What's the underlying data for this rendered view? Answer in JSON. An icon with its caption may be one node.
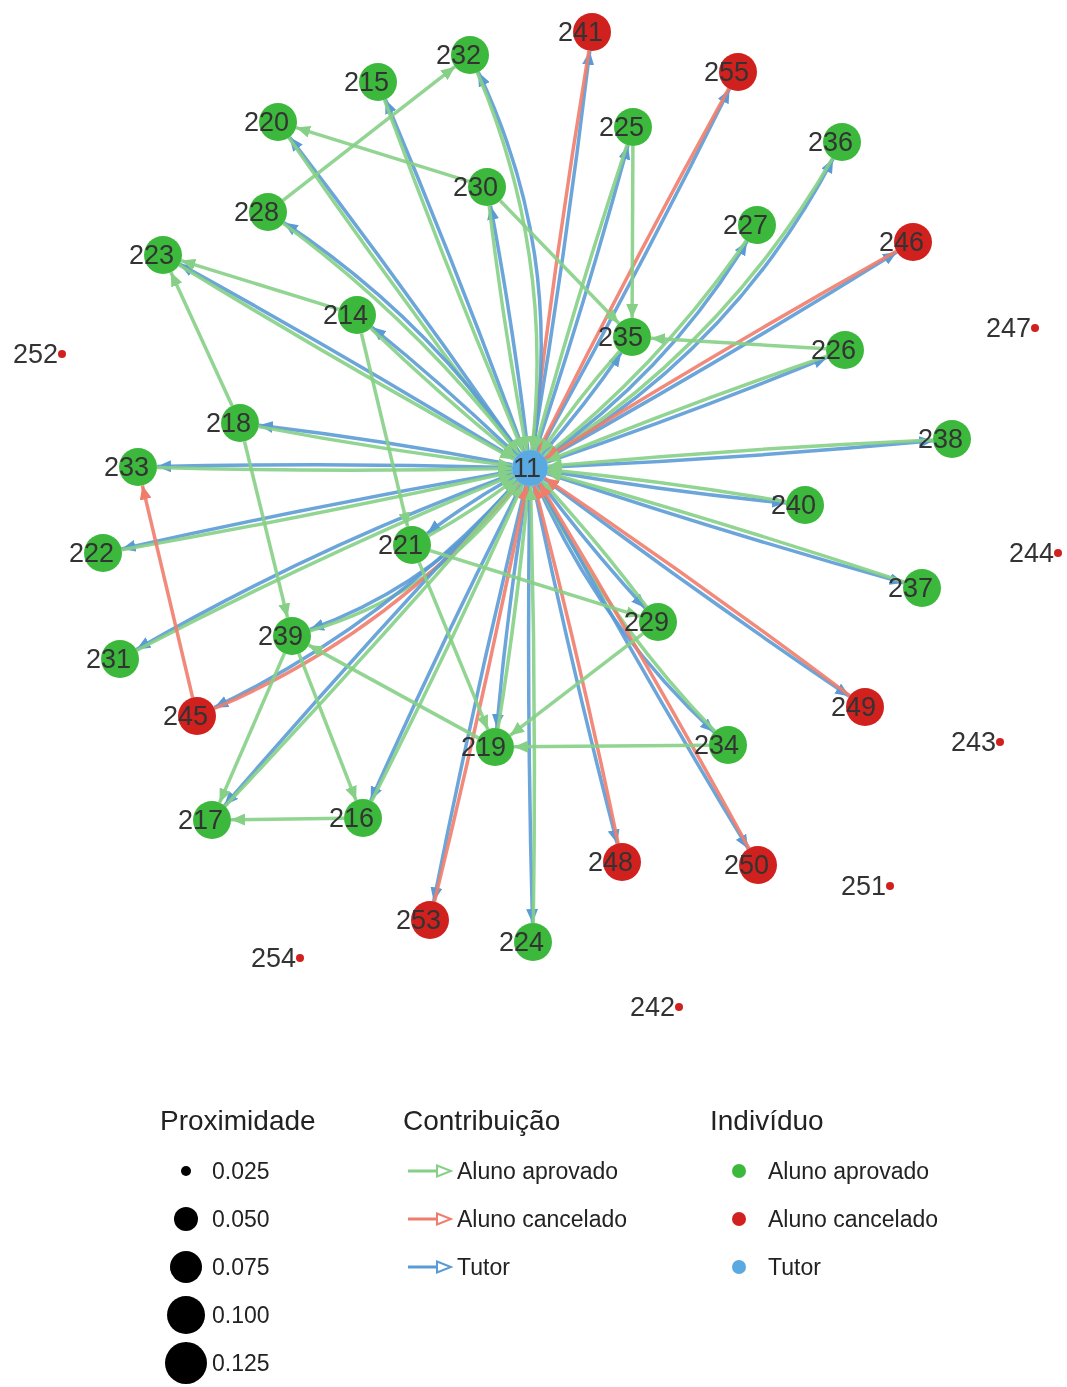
{
  "diagram": {
    "nodes": [
      {
        "text": [
          "11"
        ]
      },
      {
        "text": [
          "241"
        ]
      },
      {
        "text": [
          "232"
        ]
      },
      {
        "text": [
          "255"
        ]
      },
      {
        "text": [
          "215"
        ]
      },
      {
        "text": [
          "220"
        ]
      },
      {
        "text": [
          "225"
        ]
      },
      {
        "text": [
          "236"
        ]
      },
      {
        "text": [
          "230"
        ]
      },
      {
        "text": [
          "228"
        ]
      },
      {
        "text": [
          "227"
        ]
      },
      {
        "text": [
          "246"
        ]
      },
      {
        "text": [
          "223"
        ]
      },
      {
        "text": [
          "214"
        ]
      },
      {
        "text": [
          "247"
        ]
      },
      {
        "text": [
          "235"
        ]
      },
      {
        "text": [
          "226"
        ]
      },
      {
        "text": [
          "252"
        ]
      },
      {
        "text": [
          "218"
        ]
      },
      {
        "text": [
          "238"
        ]
      },
      {
        "text": [
          "233"
        ]
      },
      {
        "text": [
          "240"
        ]
      },
      {
        "text": [
          "221"
        ]
      },
      {
        "text": [
          "222"
        ]
      },
      {
        "text": [
          "244"
        ]
      },
      {
        "text": [
          "237"
        ]
      },
      {
        "text": [
          "229"
        ]
      },
      {
        "text": [
          "239"
        ]
      },
      {
        "text": [
          "231"
        ]
      },
      {
        "text": [
          "249"
        ]
      },
      {
        "text": [
          "245"
        ]
      },
      {
        "text": [
          "243"
        ]
      },
      {
        "text": [
          "234"
        ]
      },
      {
        "text": [
          "219"
        ]
      },
      {
        "text": [
          "216"
        ]
      },
      {
        "text": [
          "217"
        ]
      },
      {
        "text": [
          "248"
        ]
      },
      {
        "text": [
          "250"
        ]
      },
      {
        "text": [
          "251"
        ]
      },
      {
        "text": [
          "253"
        ]
      },
      {
        "text": [
          "224"
        ]
      },
      {
        "text": [
          "254"
        ]
      },
      {
        "text": [
          "242"
        ]
      }
    ],
    "edges": [
      {
        "from": 0,
        "to": 1,
        "arrow": "to",
        "color": "#5b9bd5"
      },
      {
        "from": 1,
        "to": 0,
        "arrow": "to",
        "color": "#f07d6c"
      },
      {
        "from": 0,
        "to": 2,
        "arrow": "to",
        "color": "#5b9bd5"
      },
      {
        "from": 2,
        "to": 0,
        "arrow": "to"
      },
      {
        "from": 0,
        "to": 3,
        "arrow": "to",
        "color": "#5b9bd5"
      },
      {
        "from": 3,
        "to": 0,
        "arrow": "to",
        "color": "#f07d6c"
      },
      {
        "from": 0,
        "to": 4,
        "arrow": "to",
        "color": "#5b9bd5"
      },
      {
        "from": 4,
        "to": 0,
        "arrow": "to"
      },
      {
        "from": 0,
        "to": 5,
        "arrow": "to",
        "color": "#5b9bd5"
      },
      {
        "from": 5,
        "to": 0,
        "arrow": "to"
      },
      {
        "from": 0,
        "to": 6,
        "arrow": "to",
        "color": "#5b9bd5"
      },
      {
        "from": 6,
        "to": 0,
        "arrow": "to"
      },
      {
        "from": 0,
        "to": 7,
        "arrow": "to",
        "color": "#5b9bd5"
      },
      {
        "from": 7,
        "to": 0,
        "arrow": "to"
      },
      {
        "from": 0,
        "to": 8,
        "arrow": "to",
        "color": "#5b9bd5"
      },
      {
        "from": 8,
        "to": 0,
        "arrow": "to"
      },
      {
        "from": 0,
        "to": 9,
        "arrow": "to",
        "color": "#5b9bd5"
      },
      {
        "from": 9,
        "to": 0,
        "arrow": "to"
      },
      {
        "from": 0,
        "to": 10,
        "arrow": "to",
        "color": "#5b9bd5"
      },
      {
        "from": 10,
        "to": 0,
        "arrow": "to"
      },
      {
        "from": 0,
        "to": 11,
        "arrow": "to",
        "color": "#5b9bd5"
      },
      {
        "from": 11,
        "to": 0,
        "arrow": "to",
        "color": "#f07d6c"
      },
      {
        "from": 0,
        "to": 12,
        "arrow": "to",
        "color": "#5b9bd5"
      },
      {
        "from": 12,
        "to": 0,
        "arrow": "to"
      },
      {
        "from": 0,
        "to": 13,
        "arrow": "to",
        "color": "#5b9bd5"
      },
      {
        "from": 13,
        "to": 0,
        "arrow": "to"
      },
      {
        "from": 0,
        "to": 15,
        "arrow": "to",
        "color": "#5b9bd5"
      },
      {
        "from": 15,
        "to": 0,
        "arrow": "to"
      },
      {
        "from": 0,
        "to": 16,
        "arrow": "to",
        "color": "#5b9bd5"
      },
      {
        "from": 16,
        "to": 0,
        "arrow": "to"
      },
      {
        "from": 0,
        "to": 18,
        "arrow": "to",
        "color": "#5b9bd5"
      },
      {
        "from": 18,
        "to": 0,
        "arrow": "to"
      },
      {
        "from": 0,
        "to": 19,
        "arrow": "to",
        "color": "#5b9bd5"
      },
      {
        "from": 19,
        "to": 0,
        "arrow": "to"
      },
      {
        "from": 0,
        "to": 20,
        "arrow": "to",
        "color": "#5b9bd5"
      },
      {
        "from": 20,
        "to": 0,
        "arrow": "to"
      },
      {
        "from": 0,
        "to": 21,
        "arrow": "to",
        "color": "#5b9bd5"
      },
      {
        "from": 21,
        "to": 0,
        "arrow": "to"
      },
      {
        "from": 0,
        "to": 22,
        "arrow": "to",
        "color": "#5b9bd5"
      },
      {
        "from": 22,
        "to": 0,
        "arrow": "to"
      },
      {
        "from": 0,
        "to": 23,
        "arrow": "to",
        "color": "#5b9bd5"
      },
      {
        "from": 23,
        "to": 0,
        "arrow": "to"
      },
      {
        "from": 0,
        "to": 25,
        "arrow": "to",
        "color": "#5b9bd5"
      },
      {
        "from": 25,
        "to": 0,
        "arrow": "to"
      },
      {
        "from": 0,
        "to": 26,
        "arrow": "to",
        "color": "#5b9bd5"
      },
      {
        "from": 26,
        "to": 0,
        "arrow": "to"
      },
      {
        "from": 0,
        "to": 27,
        "arrow": "to",
        "color": "#5b9bd5"
      },
      {
        "from": 27,
        "to": 0,
        "arrow": "to"
      },
      {
        "from": 0,
        "to": 28,
        "arrow": "to",
        "color": "#5b9bd5"
      },
      {
        "from": 28,
        "to": 0,
        "arrow": "to"
      },
      {
        "from": 0,
        "to": 29,
        "arrow": "to",
        "color": "#5b9bd5"
      },
      {
        "from": 29,
        "to": 0,
        "arrow": "to",
        "color": "#f07d6c"
      },
      {
        "from": 0,
        "to": 30,
        "arrow": "to",
        "color": "#5b9bd5"
      },
      {
        "from": 30,
        "to": 0,
        "arrow": "to",
        "color": "#f07d6c"
      },
      {
        "from": 0,
        "to": 32,
        "arrow": "to",
        "color": "#5b9bd5"
      },
      {
        "from": 32,
        "to": 0,
        "arrow": "to"
      },
      {
        "from": 0,
        "to": 33,
        "arrow": "to",
        "color": "#5b9bd5"
      },
      {
        "from": 33,
        "to": 0,
        "arrow": "to"
      },
      {
        "from": 0,
        "to": 34,
        "arrow": "to",
        "color": "#5b9bd5"
      },
      {
        "from": 34,
        "to": 0,
        "arrow": "to"
      },
      {
        "from": 0,
        "to": 35,
        "arrow": "to",
        "color": "#5b9bd5"
      },
      {
        "from": 35,
        "to": 0,
        "arrow": "to"
      },
      {
        "from": 0,
        "to": 36,
        "arrow": "to",
        "color": "#5b9bd5"
      },
      {
        "from": 36,
        "to": 0,
        "arrow": "to",
        "color": "#f07d6c"
      },
      {
        "from": 0,
        "to": 37,
        "arrow": "to",
        "color": "#5b9bd5"
      },
      {
        "from": 37,
        "to": 0,
        "arrow": "to",
        "color": "#f07d6c"
      },
      {
        "from": 0,
        "to": 39,
        "arrow": "to",
        "color": "#5b9bd5"
      },
      {
        "from": 39,
        "to": 0,
        "arrow": "to",
        "color": "#f07d6c"
      },
      {
        "from": 0,
        "to": 40,
        "arrow": "to",
        "color": "#5b9bd5"
      },
      {
        "from": 40,
        "to": 0,
        "arrow": "to"
      },
      {
        "from": 9,
        "to": 2,
        "arrow": "to"
      },
      {
        "from": 8,
        "to": 5,
        "arrow": "to"
      },
      {
        "from": 8,
        "to": 15,
        "arrow": "to"
      },
      {
        "from": 6,
        "to": 15,
        "arrow": "to"
      },
      {
        "from": 16,
        "to": 15,
        "arrow": "to"
      },
      {
        "from": 13,
        "to": 12,
        "arrow": "to"
      },
      {
        "from": 18,
        "to": 12,
        "arrow": "to"
      },
      {
        "from": 13,
        "to": 22,
        "arrow": "to"
      },
      {
        "from": 18,
        "to": 27,
        "arrow": "to"
      },
      {
        "from": 30,
        "to": 20,
        "arrow": "to",
        "color": "#f07d6c"
      },
      {
        "from": 27,
        "to": 35,
        "arrow": "to"
      },
      {
        "from": 27,
        "to": 34,
        "arrow": "to"
      },
      {
        "from": 34,
        "to": 35,
        "arrow": "to"
      },
      {
        "from": 33,
        "to": 27,
        "arrow": "to"
      },
      {
        "from": 22,
        "to": 33,
        "arrow": "to"
      },
      {
        "from": 22,
        "to": 26,
        "arrow": "to"
      },
      {
        "from": 26,
        "to": 33,
        "arrow": "to"
      },
      {
        "from": 32,
        "to": 33,
        "arrow": "to"
      }
    ],
    "labels": [
      "Proximidade",
      "Contribuição",
      "Indivíduo"
    ],
    "legend": [
      {
        "text": "0.025"
      },
      {
        "text": "0.050"
      },
      {
        "text": "0.075"
      },
      {
        "text": "0.100"
      },
      {
        "text": "0.125"
      },
      {
        "text": "Aluno aprovado"
      },
      {
        "text": "Aluno cancelado"
      },
      {
        "text": "Tutor"
      },
      {
        "text": "Aluno aprovado",
        "color": "#3cb93c"
      },
      {
        "text": "Aluno cancelado",
        "color": "#d0211f"
      },
      {
        "text": "Tutor",
        "color": "#5aa9e0"
      }
    ]
  }
}
